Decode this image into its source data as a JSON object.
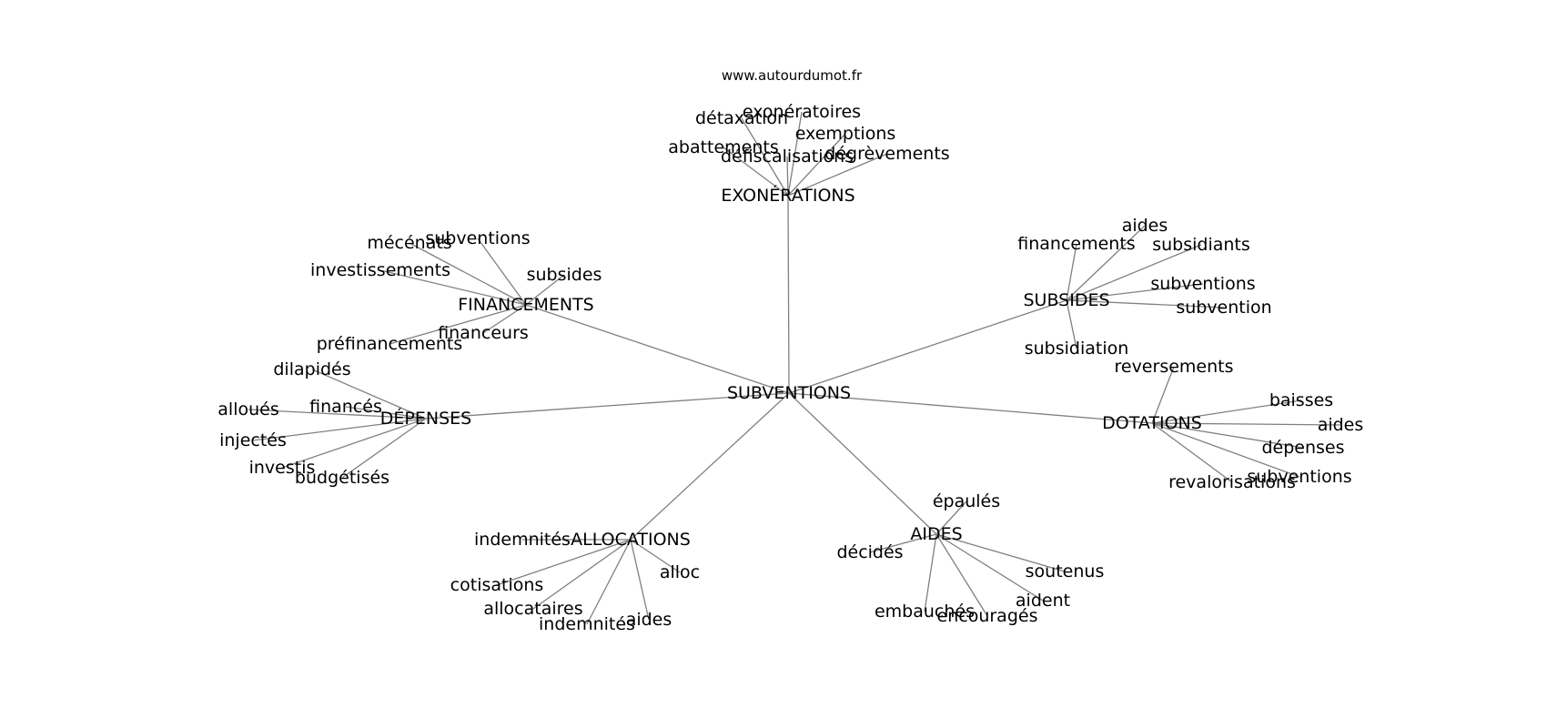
{
  "source_text": "www.autourdumot.fr",
  "edge_color": "#808080",
  "text_color": "#000000",
  "root": "SUBVENTIONS",
  "clusters": [
    {
      "label": "EXONÉRATIONS",
      "children": [
        "abattements",
        "détaxation",
        "exonératoires",
        "exemptions",
        "défiscalisations",
        "dégrèvements"
      ]
    },
    {
      "label": "FINANCEMENTS",
      "children": [
        "mécénats",
        "subventions",
        "investissements",
        "subsides",
        "préfinancements",
        "financeurs"
      ]
    },
    {
      "label": "SUBSIDES",
      "children": [
        "financements",
        "aides",
        "subsidiants",
        "subventions",
        "subvention",
        "subsidiation"
      ]
    },
    {
      "label": "DÉPENSES",
      "children": [
        "dilapidés",
        "alloués",
        "financés",
        "injectés",
        "investis",
        "budgétisés"
      ]
    },
    {
      "label": "DOTATIONS",
      "children": [
        "reversements",
        "baisses",
        "aides",
        "dépenses",
        "subventions",
        "revalorisations"
      ]
    },
    {
      "label": "ALLOCATIONS",
      "children": [
        "indemnités",
        "cotisations",
        "alloc",
        "allocataires",
        "indemnités",
        "aides"
      ]
    },
    {
      "label": "AIDES",
      "children": [
        "épaulés",
        "décidés",
        "soutenus",
        "aident",
        "embauchés",
        "encouragés"
      ]
    }
  ]
}
